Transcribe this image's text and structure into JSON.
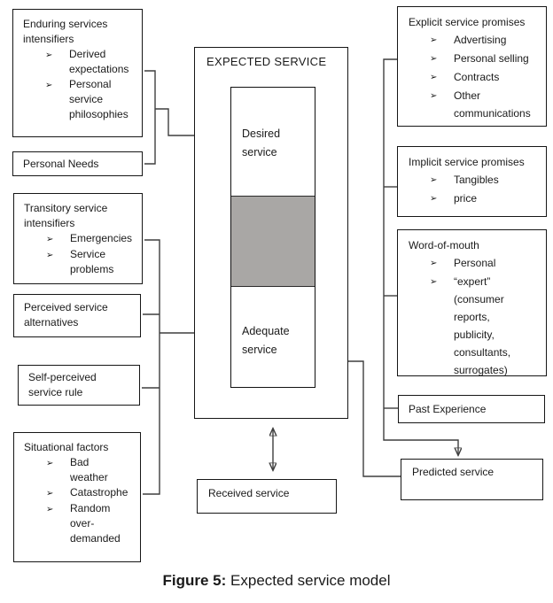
{
  "colors": {
    "zone_fill": "#a9a7a5",
    "line": "#3f3f3f"
  },
  "bullet_char": "➢",
  "left_boxes": [
    {
      "title": "Enduring services\nintensifiers",
      "bullets": [
        "Derived\nexpectations",
        "Personal\nservice\nphilosophies"
      ]
    },
    {
      "title": "Personal Needs"
    },
    {
      "title": "Transitory service\nintensifiers",
      "bullets": [
        "Emergencies",
        "Service\nproblems"
      ]
    },
    {
      "title": "Perceived service\nalternatives"
    },
    {
      "title": "Self-perceived\nservice rule"
    },
    {
      "title": "Situational factors",
      "bullets": [
        "Bad\nweather",
        "Catastrophe",
        "Random\nover-\ndemanded"
      ]
    }
  ],
  "center": {
    "outer_title": "EXPECTED SERVICE",
    "desired_label": "Desired\nservice",
    "adequate_label": "Adequate\nservice",
    "received_label": "Received service"
  },
  "right_boxes": [
    {
      "title": "Explicit service promises",
      "bullets": [
        "Advertising",
        "Personal selling",
        "Contracts",
        "Other\ncommunications"
      ]
    },
    {
      "title": "Implicit service promises",
      "bullets": [
        "Tangibles",
        "price"
      ]
    },
    {
      "title": "Word-of-mouth",
      "bullets": [
        "Personal",
        "“expert”\n(consumer\nreports,\npublicity,\nconsultants,\nsurrogates)"
      ]
    },
    {
      "title": "Past Experience"
    },
    {
      "title": "Predicted service"
    }
  ],
  "caption": {
    "prefix": "Figure 5:",
    "text": " Expected service model"
  }
}
